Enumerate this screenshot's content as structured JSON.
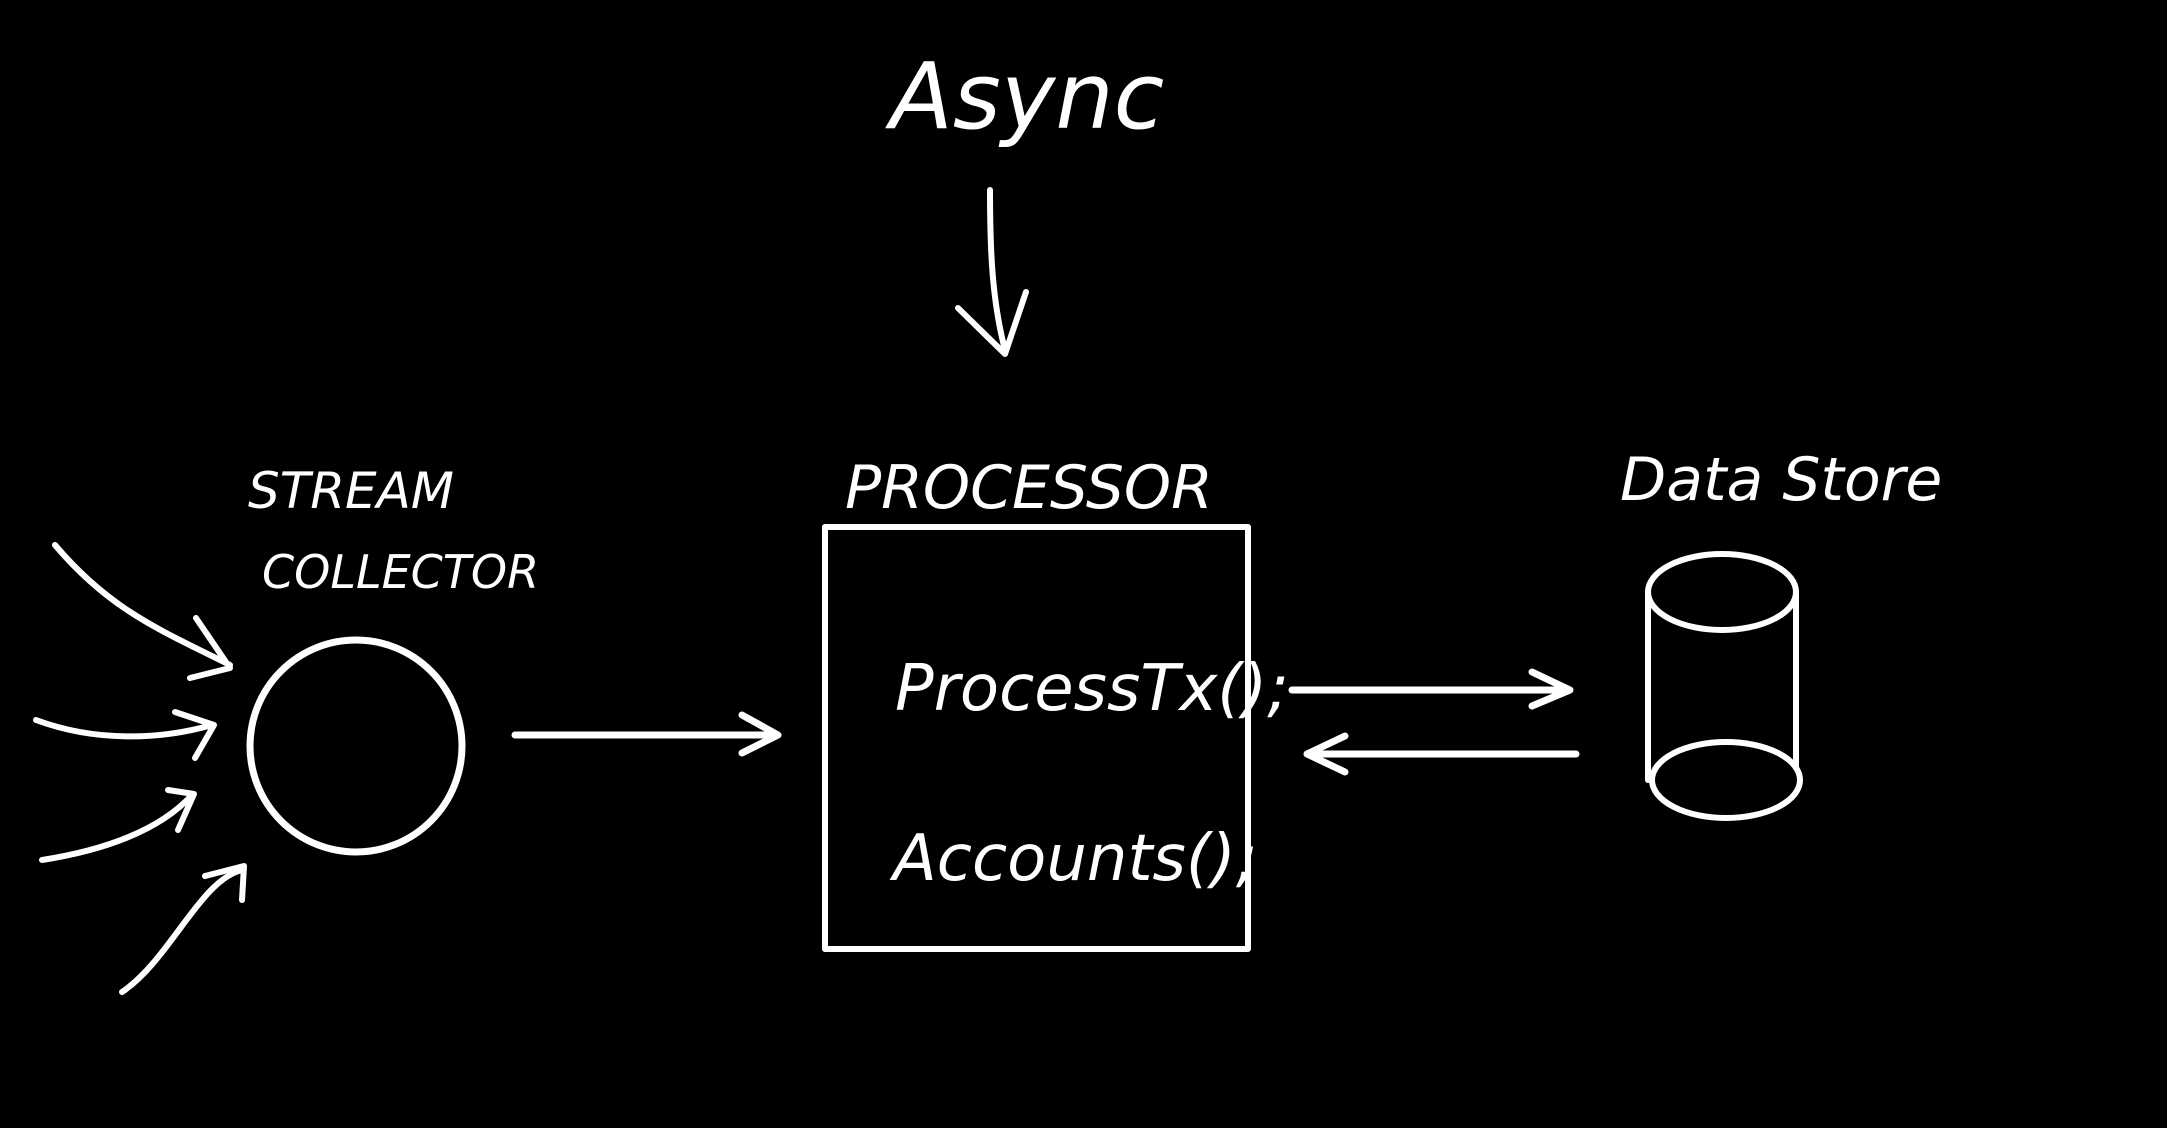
{
  "diagram": {
    "top_label": "Async",
    "collector_label_line1": "STREAM",
    "collector_label_line2": "COLLECTOR",
    "processor_label": "PROCESSOR",
    "processor_line1": "ProcessTx();",
    "processor_line2": "Accounts();",
    "datastore_label": "Data Store"
  },
  "colors": {
    "background": "#000000",
    "ink": "#ffffff"
  }
}
